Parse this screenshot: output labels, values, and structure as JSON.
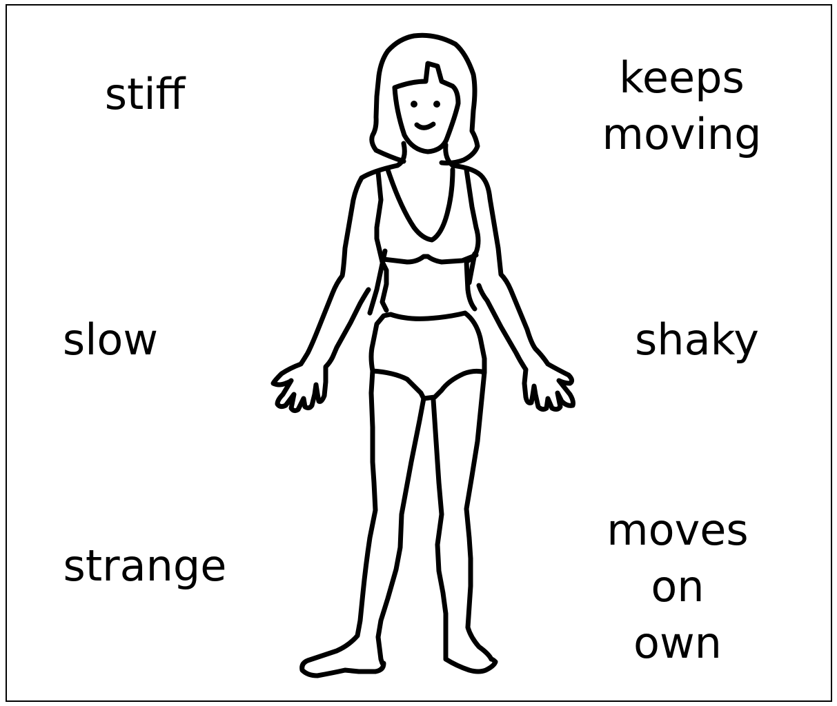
{
  "labels": {
    "stiff": "stiff",
    "keeps_moving_line1": "keeps",
    "keeps_moving_line2": "moving",
    "slow": "slow",
    "shaky": "shaky",
    "strange": "strange",
    "moves_on_own_line1": "moves",
    "moves_on_own_line2": "on",
    "moves_on_own_line3": "own"
  },
  "colors": {
    "ink": "#000000",
    "background": "#ffffff"
  },
  "figure": "standing-person-outline-icon"
}
